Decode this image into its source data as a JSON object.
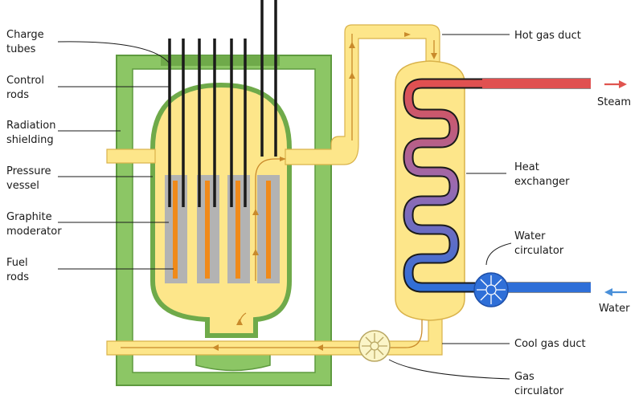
{
  "labels": {
    "charge_tubes": [
      "Charge",
      "tubes"
    ],
    "control_rods": [
      "Control",
      "rods"
    ],
    "radiation_shielding": [
      "Radiation",
      "shielding"
    ],
    "pressure_vessel": [
      "Pressure",
      "vessel"
    ],
    "graphite_moderator": [
      "Graphite",
      "moderator"
    ],
    "fuel_rods": [
      "Fuel",
      "rods"
    ],
    "hot_gas_duct": [
      "Hot gas duct"
    ],
    "steam": [
      "Steam"
    ],
    "heat_exchanger": [
      "Heat",
      "exchanger"
    ],
    "water_circulator": [
      "Water",
      "circulator"
    ],
    "water": [
      "Water"
    ],
    "cool_gas_duct": [
      "Cool gas duct"
    ],
    "gas_circulator": [
      "Gas",
      "circulator"
    ]
  },
  "colors": {
    "shielding": "#8cc665",
    "shielding_dark": "#5e9a3e",
    "gas": "#fde68a",
    "gas_dark": "#d9b24a",
    "graphite": "#b3b3b3",
    "fuel": "#f08a1a",
    "rod": "#1a1a1a",
    "steam_arrow": "#e0544f",
    "water_arrow": "#4a90d9",
    "flow_arrow": "#c98a2b",
    "pump_water": "#2f6fd8",
    "pump_gas": "#fbf5c8"
  }
}
